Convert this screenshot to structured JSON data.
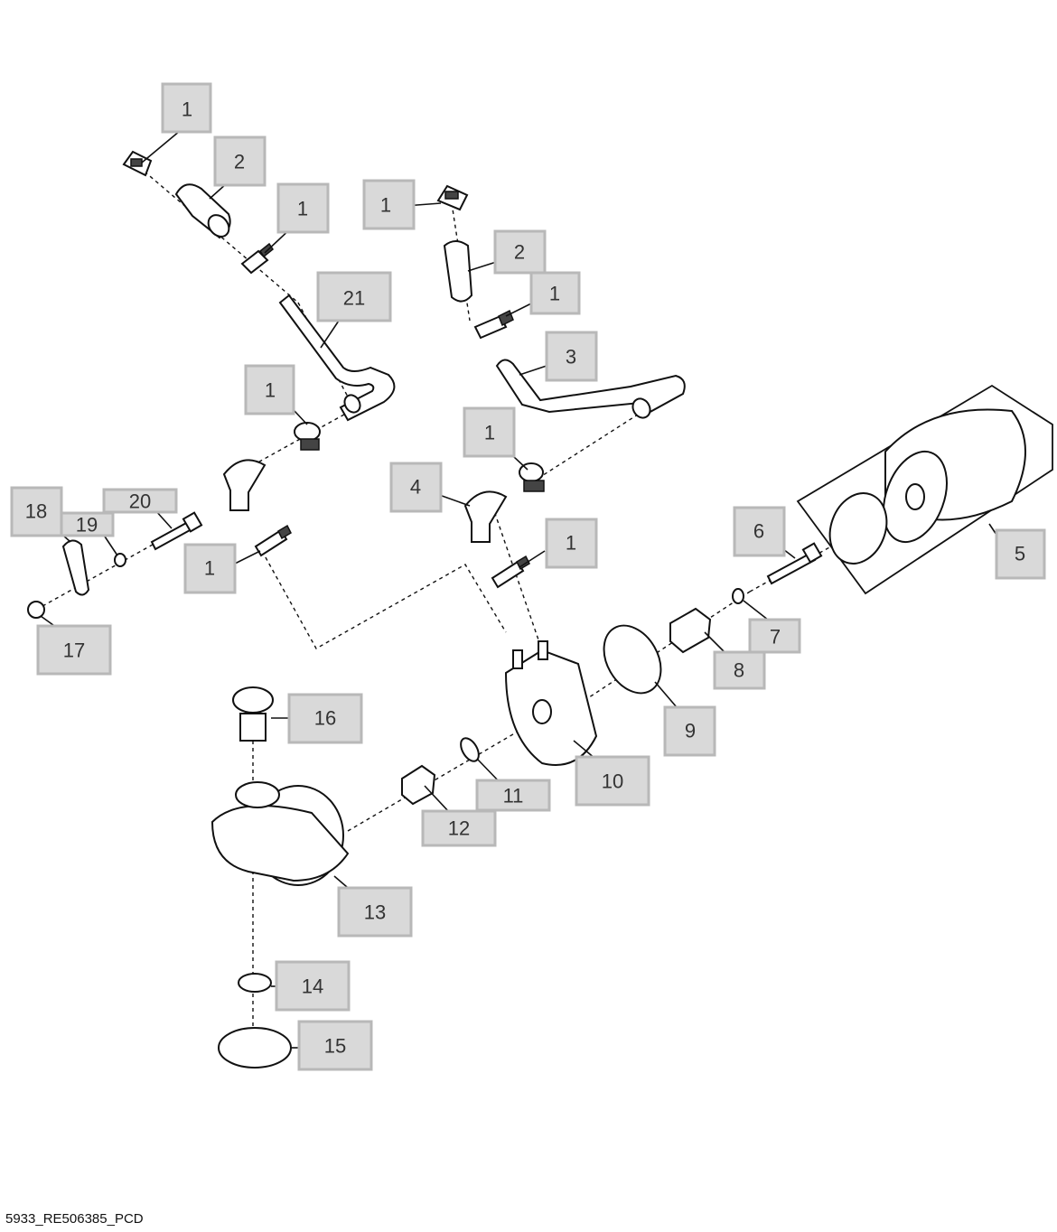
{
  "caption": "5933_RE506385_PCD",
  "callouts": {
    "c1a": "1",
    "c2a": "2",
    "c1b": "1",
    "c21": "21",
    "c1c": "1",
    "c2b": "2",
    "c1d": "1",
    "c3": "3",
    "c1e": "1",
    "c1f": "1",
    "c4": "4",
    "c5": "5",
    "c6": "6",
    "c1g": "1",
    "c1h": "1",
    "c18": "18",
    "c19": "19",
    "c20": "20",
    "c17": "17",
    "c7": "7",
    "c8": "8",
    "c9": "9",
    "c10": "10",
    "c11": "11",
    "c12": "12",
    "c13": "13",
    "c14": "14",
    "c15": "15",
    "c16": "16"
  }
}
